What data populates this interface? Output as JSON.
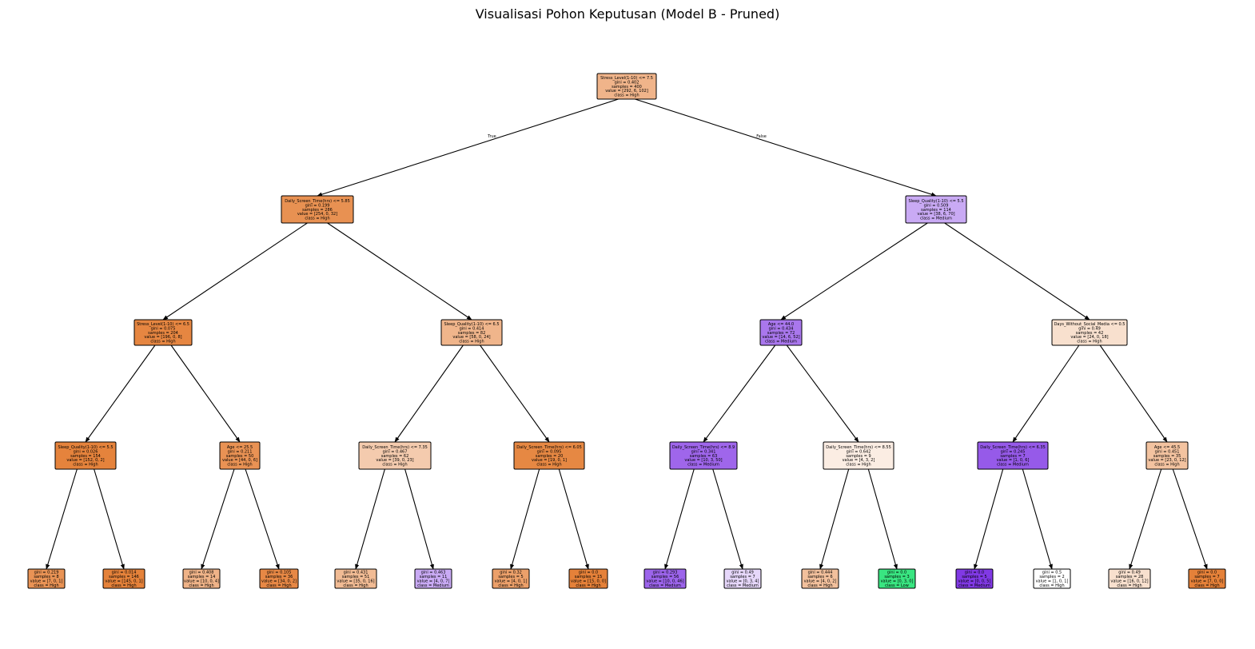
{
  "title": "Visualisasi Pohon Keputusan (Model B - Pruned)",
  "class_colors": {
    "High": "#e58139",
    "Medium": "#8139e5",
    "Low": "#39e581"
  },
  "edge_labels": {
    "true": "True",
    "false": "False"
  },
  "tree": [
    {
      "id": "n0",
      "parent": null,
      "lines": [
        "Stress_Level(1-10) <= 7.5",
        "gini = 0.402",
        "samples = 400",
        "value = [292, 6, 102]",
        "class = High"
      ],
      "fill": "#f0b48a"
    },
    {
      "id": "n1",
      "parent": "n0",
      "lines": [
        "Daily_Screen_Time(hrs) <= 5.85",
        "gini = 0.199",
        "samples = 286",
        "value = [254, 0, 32]",
        "class = High"
      ],
      "fill": "#e89152"
    },
    {
      "id": "n2",
      "parent": "n0",
      "lines": [
        "Sleep_Quality(1-10) <= 5.5",
        "gini = 0.509",
        "samples = 114",
        "value = [38, 6, 70]",
        "class = Medium"
      ],
      "fill": "#c9aaf4"
    },
    {
      "id": "n3",
      "parent": "n1",
      "lines": [
        "Stress_Level(1-10) <= 6.5",
        "gini = 0.075",
        "samples = 204",
        "value = [196, 0, 8]",
        "class = High"
      ],
      "fill": "#e68641"
    },
    {
      "id": "n4",
      "parent": "n1",
      "lines": [
        "Sleep_Quality(1-10) <= 6.5",
        "gini = 0.414",
        "samples = 82",
        "value = [58, 0, 24]",
        "class = High"
      ],
      "fill": "#f0b58b"
    },
    {
      "id": "n5",
      "parent": "n2",
      "lines": [
        "Age <= 44.0",
        "gini = 0.434",
        "samples = 72",
        "value = [14, 6, 52]",
        "class = Medium"
      ],
      "fill": "#a977ed"
    },
    {
      "id": "n6",
      "parent": "n2",
      "lines": [
        "Days_Without_Social_Media <= 0.5",
        "gini = 0.49",
        "samples = 42",
        "value = [24, 0, 18]",
        "class = High"
      ],
      "fill": "#f8e0ce"
    },
    {
      "id": "n7",
      "parent": "n3",
      "lines": [
        "Sleep_Quality(1-10) <= 5.5",
        "gini = 0.026",
        "samples = 154",
        "value = [152, 0, 2]",
        "class = High"
      ],
      "fill": "#e5833c"
    },
    {
      "id": "n8",
      "parent": "n3",
      "lines": [
        "Age <= 25.5",
        "gini = 0.211",
        "samples = 50",
        "value = [44, 0, 6]",
        "class = High"
      ],
      "fill": "#e99254"
    },
    {
      "id": "n9",
      "parent": "n4",
      "lines": [
        "Daily_Screen_Time(hrs) <= 7.35",
        "gini = 0.467",
        "samples = 62",
        "value = [39, 0, 23]",
        "class = High"
      ],
      "fill": "#f4cbae"
    },
    {
      "id": "n10",
      "parent": "n4",
      "lines": [
        "Daily_Screen_Time(hrs) <= 6.05",
        "gini = 0.095",
        "samples = 20",
        "value = [19, 0, 1]",
        "class = High"
      ],
      "fill": "#e68843"
    },
    {
      "id": "n11",
      "parent": "n5",
      "lines": [
        "Daily_Screen_Time(hrs) <= 8.9",
        "gini = 0.341",
        "samples = 63",
        "value = [10, 3, 50]",
        "class = Medium"
      ],
      "fill": "#9f66eb"
    },
    {
      "id": "n12",
      "parent": "n5",
      "lines": [
        "Daily_Screen_Time(hrs) <= 8.55",
        "gini = 0.642",
        "samples = 9",
        "value = [4, 3, 2]",
        "class = High"
      ],
      "fill": "#fbede3"
    },
    {
      "id": "n13",
      "parent": "n6",
      "lines": [
        "Daily_Screen_Time(hrs) <= 6.35",
        "gini = 0.245",
        "samples = 7",
        "value = [1, 0, 6]",
        "class = Medium"
      ],
      "fill": "#965ae9"
    },
    {
      "id": "n14",
      "parent": "n6",
      "lines": [
        "Age <= 45.5",
        "gini = 0.451",
        "samples = 35",
        "value = [23, 0, 12]",
        "class = High"
      ],
      "fill": "#f3c3a0"
    },
    {
      "id": "n15",
      "parent": "n7",
      "lines": [
        "gini = 0.219",
        "samples = 8",
        "value = [7, 0, 1]",
        "class = High"
      ],
      "fill": "#e99355"
    },
    {
      "id": "n16",
      "parent": "n7",
      "lines": [
        "gini = 0.014",
        "samples = 146",
        "value = [145, 0, 1]",
        "class = High"
      ],
      "fill": "#e5823a"
    },
    {
      "id": "n17",
      "parent": "n8",
      "lines": [
        "gini = 0.408",
        "samples = 14",
        "value = [10, 0, 4]",
        "class = High"
      ],
      "fill": "#efb388"
    },
    {
      "id": "n18",
      "parent": "n8",
      "lines": [
        "gini = 0.105",
        "samples = 36",
        "value = [34, 0, 2]",
        "class = High"
      ],
      "fill": "#e78845"
    },
    {
      "id": "n19",
      "parent": "n9",
      "lines": [
        "gini = 0.431",
        "samples = 51",
        "value = [35, 0, 16]",
        "class = High"
      ],
      "fill": "#f1bb94"
    },
    {
      "id": "n20",
      "parent": "n9",
      "lines": [
        "gini = 0.463",
        "samples = 11",
        "value = [4, 0, 7]",
        "class = Medium"
      ],
      "fill": "#c9aaf4"
    },
    {
      "id": "n21",
      "parent": "n10",
      "lines": [
        "gini = 0.32",
        "samples = 5",
        "value = [4, 0, 1]",
        "class = High"
      ],
      "fill": "#eca06a"
    },
    {
      "id": "n22",
      "parent": "n10",
      "lines": [
        "gini = 0.0",
        "samples = 15",
        "value = [15, 0, 0]",
        "class = High"
      ],
      "fill": "#e58139"
    },
    {
      "id": "n23",
      "parent": "n11",
      "lines": [
        "gini = 0.293",
        "samples = 56",
        "value = [10, 0, 46]",
        "class = Medium"
      ],
      "fill": "#9c64eb"
    },
    {
      "id": "n24",
      "parent": "n11",
      "lines": [
        "gini = 0.49",
        "samples = 7",
        "value = [0, 3, 4]",
        "class = Medium"
      ],
      "fill": "#e6d7fa"
    },
    {
      "id": "n25",
      "parent": "n12",
      "lines": [
        "gini = 0.444",
        "samples = 6",
        "value = [4, 0, 2]",
        "class = High"
      ],
      "fill": "#f2c09c"
    },
    {
      "id": "n26",
      "parent": "n12",
      "lines": [
        "gini = 0.0",
        "samples = 3",
        "value = [0, 3, 0]",
        "class = Low"
      ],
      "fill": "#39e581"
    },
    {
      "id": "n27",
      "parent": "n13",
      "lines": [
        "gini = 0.0",
        "samples = 5",
        "value = [0, 0, 5]",
        "class = Medium"
      ],
      "fill": "#8139e5"
    },
    {
      "id": "n28",
      "parent": "n13",
      "lines": [
        "gini = 0.5",
        "samples = 2",
        "value = [1, 0, 1]",
        "class = High"
      ],
      "fill": "#ffffff"
    },
    {
      "id": "n29",
      "parent": "n14",
      "lines": [
        "gini = 0.49",
        "samples = 28",
        "value = [16, 0, 12]",
        "class = High"
      ],
      "fill": "#f8e0ce"
    },
    {
      "id": "n30",
      "parent": "n14",
      "lines": [
        "gini = 0.0",
        "samples = 7",
        "value = [7, 0, 0]",
        "class = High"
      ],
      "fill": "#e58139"
    }
  ]
}
